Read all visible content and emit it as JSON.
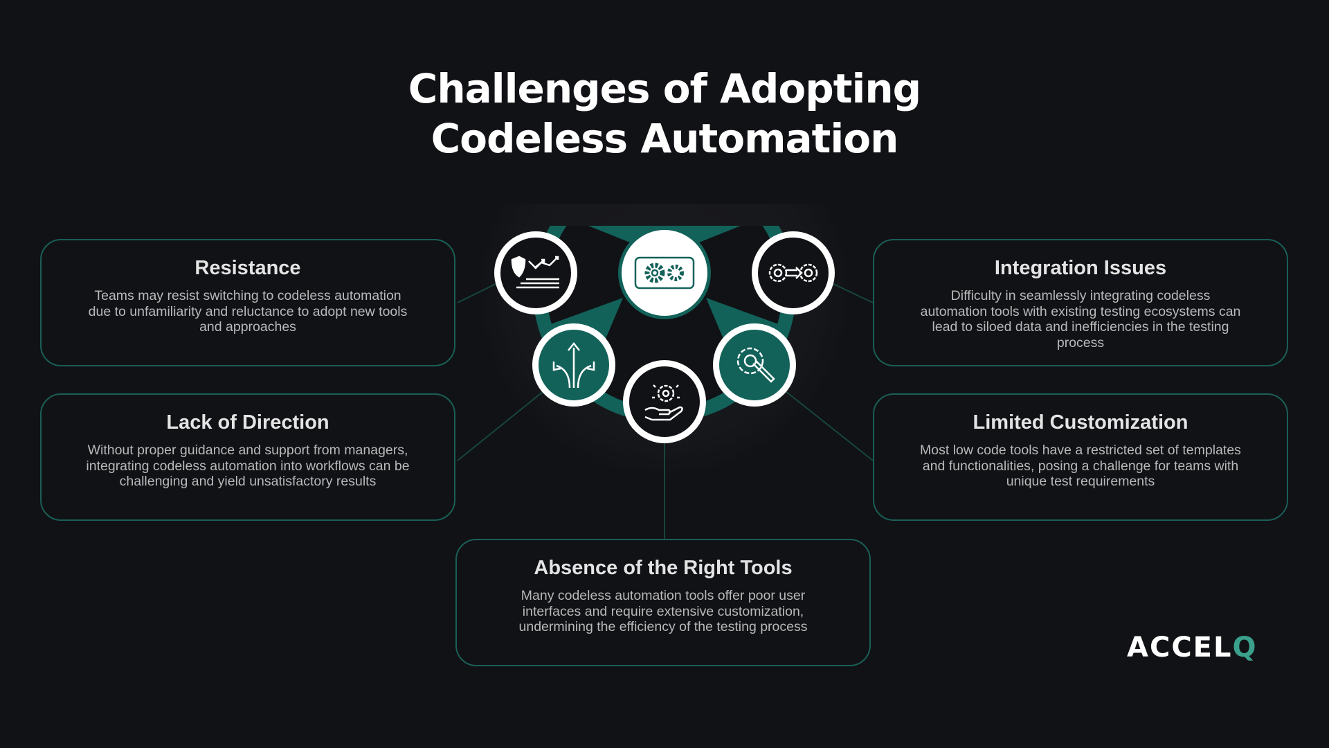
{
  "title": {
    "line1": "Challenges of Adopting",
    "line2": "Codeless Automation"
  },
  "cards": [
    {
      "title": "Resistance",
      "body": "Teams may resist switching to codeless automation due to unfamiliarity and reluctance to adopt new tools and approaches"
    },
    {
      "title": "Lack of Direction",
      "body": "Without proper guidance and support from managers, integrating codeless automation into workflows can be challenging and yield unsatisfactory results"
    },
    {
      "title": "Integration Issues",
      "body": "Difficulty in seamlessly integrating codeless automation tools with existing testing ecosystems can lead to siloed data and inefficiencies in the testing process"
    },
    {
      "title": "Limited Customization",
      "body": "Most low code tools have a restricted set of templates and functionalities, posing a challenge for teams with unique test requirements"
    },
    {
      "title": "Absence of the Right Tools",
      "body": "Many codeless automation tools offer poor user interfaces and require extensive customization, undermining the efficiency of the testing process"
    }
  ],
  "logo": {
    "main": "ACCEL",
    "accent": "Q"
  },
  "colors": {
    "accent": "#1a5f56",
    "teal_fill": "#12625a",
    "background": "#111216"
  }
}
